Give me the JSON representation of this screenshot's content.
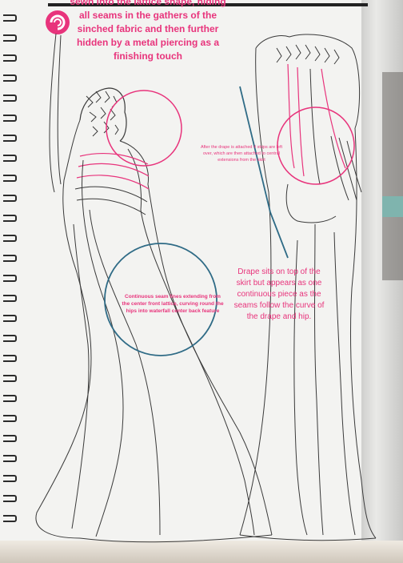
{
  "annotations": {
    "lattice_note": "sewn into the lattice shape, hiding all seams in the gathers of the sinched fabric and then further hidden by a metal piercing as a finishing touch",
    "drape_strips_note": "After the drape is attached 4 strips are left over, which are then attached to central extensions from the skirt",
    "drape_note": "Drape sits on top of the skirt but appears as one continuous piece as the seams follow the curve of the drape and hip.",
    "seam_note": "Continuous seam lines extending from the center front lattice, curving round the hips into waterfall center back feature"
  },
  "colors": {
    "pink": "#e8347c",
    "teal": "#2f6b86",
    "sketch": "#3a3a3a"
  },
  "icons": {
    "spiral": "spiral-logo-icon"
  }
}
